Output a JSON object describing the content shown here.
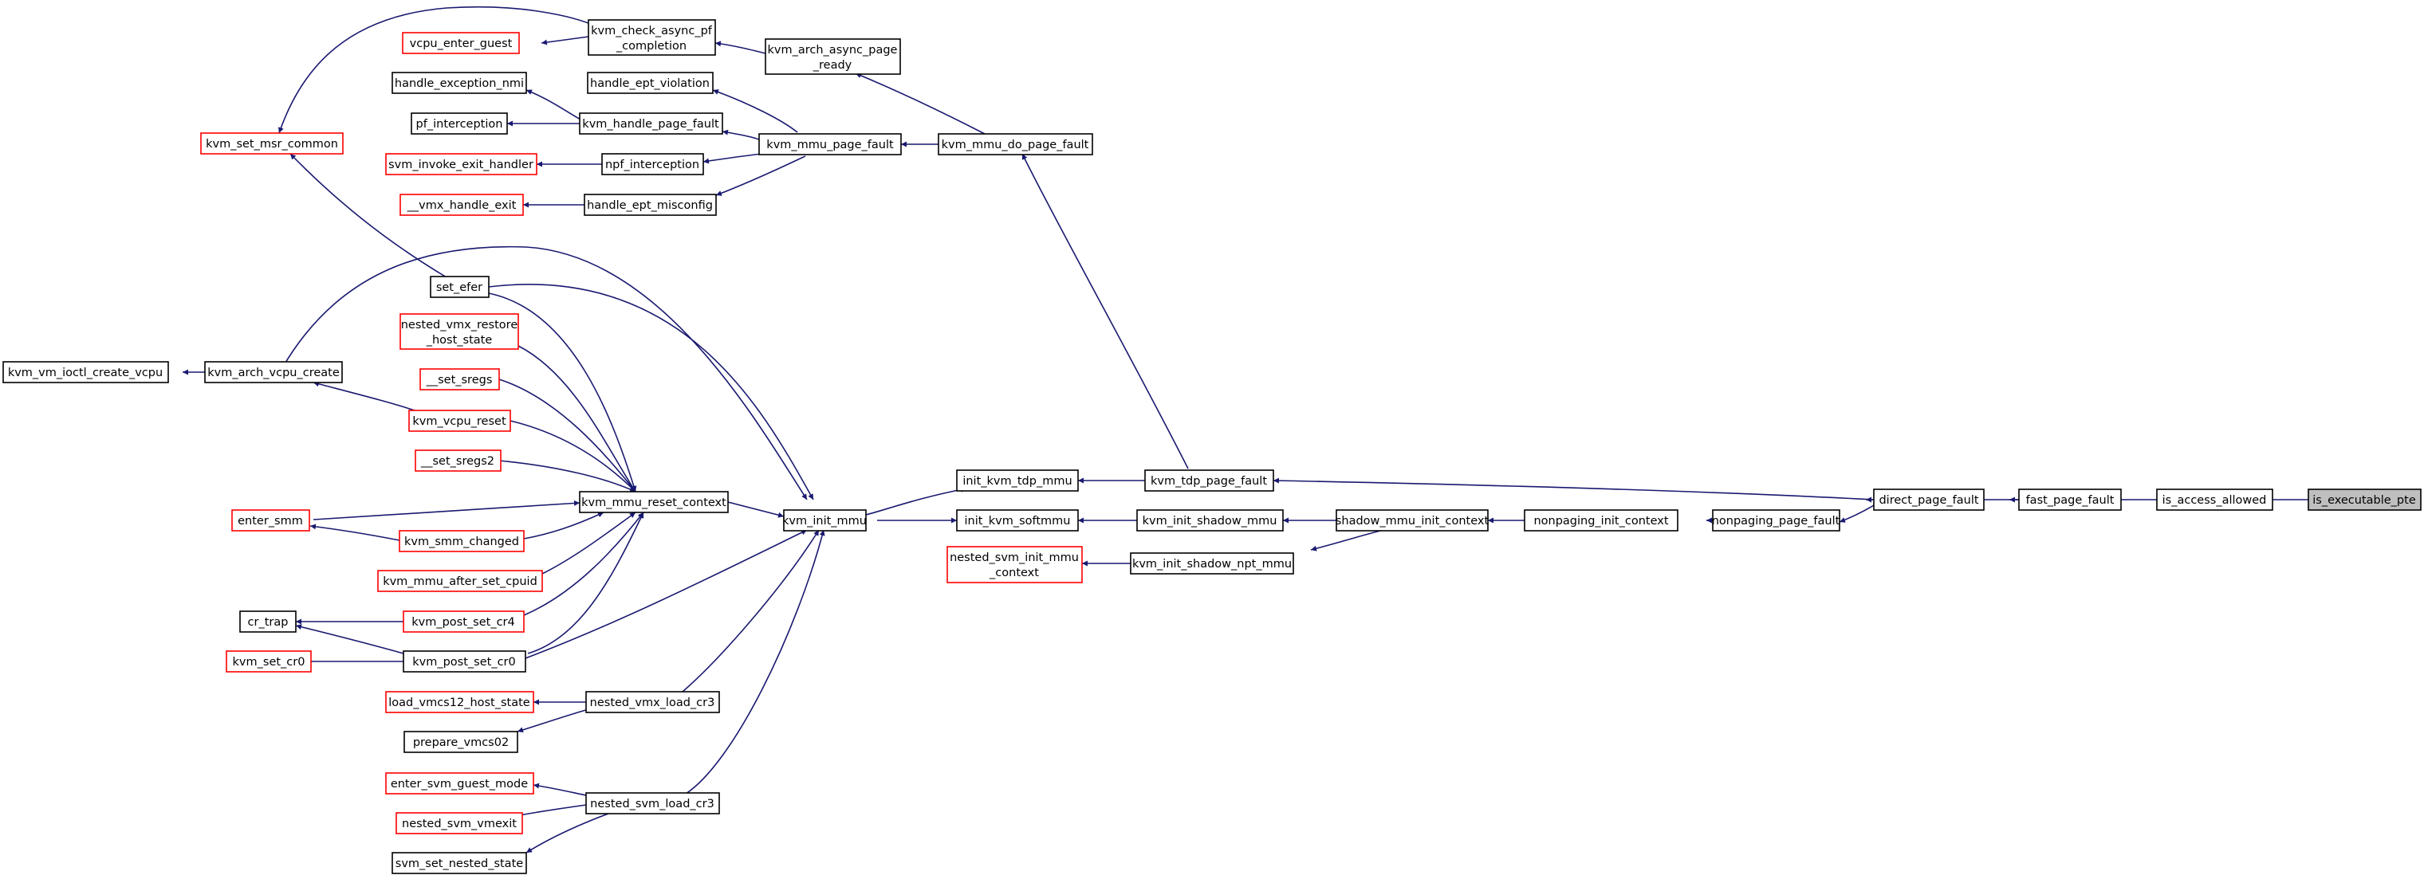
{
  "nodes": {
    "is_executable_pte": "is_executable_pte",
    "is_access_allowed": "is_access_allowed",
    "fast_page_fault": "fast_page_fault",
    "direct_page_fault": "direct_page_fault",
    "kvm_tdp_page_fault": "kvm_tdp_page_fault",
    "nonpaging_page_fault": "nonpaging_page_fault",
    "nonpaging_init_context": "nonpaging_init_context",
    "shadow_mmu_init_context": "shadow_mmu_init_context",
    "kvm_init_shadow_mmu": "kvm_init_shadow_mmu",
    "kvm_init_shadow_npt_mmu": "kvm_init_shadow_npt_mmu",
    "nested_svm_init_mmu_context_1": "nested_svm_init_mmu",
    "nested_svm_init_mmu_context_2": "_context",
    "init_kvm_tdp_mmu": "init_kvm_tdp_mmu",
    "init_kvm_softmmu": "init_kvm_softmmu",
    "kvm_mmu_do_page_fault": "kvm_mmu_do_page_fault",
    "kvm_mmu_page_fault": "kvm_mmu_page_fault",
    "kvm_arch_async_page_ready_1": "kvm_arch_async_page",
    "kvm_arch_async_page_ready_2": "_ready",
    "kvm_check_async_pf_completion_1": "kvm_check_async_pf",
    "kvm_check_async_pf_completion_2": "_completion",
    "vcpu_enter_guest": "vcpu_enter_guest",
    "handle_ept_violation": "handle_ept_violation",
    "kvm_handle_page_fault": "kvm_handle_page_fault",
    "npf_interception": "npf_interception",
    "handle_ept_misconfig": "handle_ept_misconfig",
    "handle_exception_nmi": "handle_exception_nmi",
    "pf_interception": "pf_interception",
    "svm_invoke_exit_handler": "svm_invoke_exit_handler",
    "vmx_handle_exit": "__vmx_handle_exit",
    "kvm_set_msr_common": "kvm_set_msr_common",
    "kvm_init_mmu": "kvm_init_mmu",
    "kvm_mmu_reset_context": "kvm_mmu_reset_context",
    "nested_vmx_load_cr3": "nested_vmx_load_cr3",
    "nested_svm_load_cr3": "nested_svm_load_cr3",
    "kvm_arch_vcpu_create": "kvm_arch_vcpu_create",
    "kvm_vm_ioctl_create_vcpu": "kvm_vm_ioctl_create_vcpu",
    "set_efer": "set_efer",
    "nested_vmx_restore_host_state_1": "nested_vmx_restore",
    "nested_vmx_restore_host_state_2": "_host_state",
    "set_sregs": "__set_sregs",
    "kvm_vcpu_reset": "kvm_vcpu_reset",
    "set_sregs2": "__set_sregs2",
    "enter_smm": "enter_smm",
    "kvm_smm_changed": "kvm_smm_changed",
    "kvm_mmu_after_set_cpuid": "kvm_mmu_after_set_cpuid",
    "kvm_post_set_cr4": "kvm_post_set_cr4",
    "kvm_post_set_cr0": "kvm_post_set_cr0",
    "cr_trap": "cr_trap",
    "kvm_set_cr0": "kvm_set_cr0",
    "load_vmcs12_host_state": "load_vmcs12_host_state",
    "prepare_vmcs02": "prepare_vmcs02",
    "enter_svm_guest_mode": "enter_svm_guest_mode",
    "nested_svm_vmexit": "nested_svm_vmexit",
    "svm_set_nested_state": "svm_set_nested_state"
  },
  "colors": {
    "edge": "#191970",
    "border_documented": "#000000",
    "border_undocumented": "#ff0000",
    "current_fill": "#bfbfbf"
  }
}
